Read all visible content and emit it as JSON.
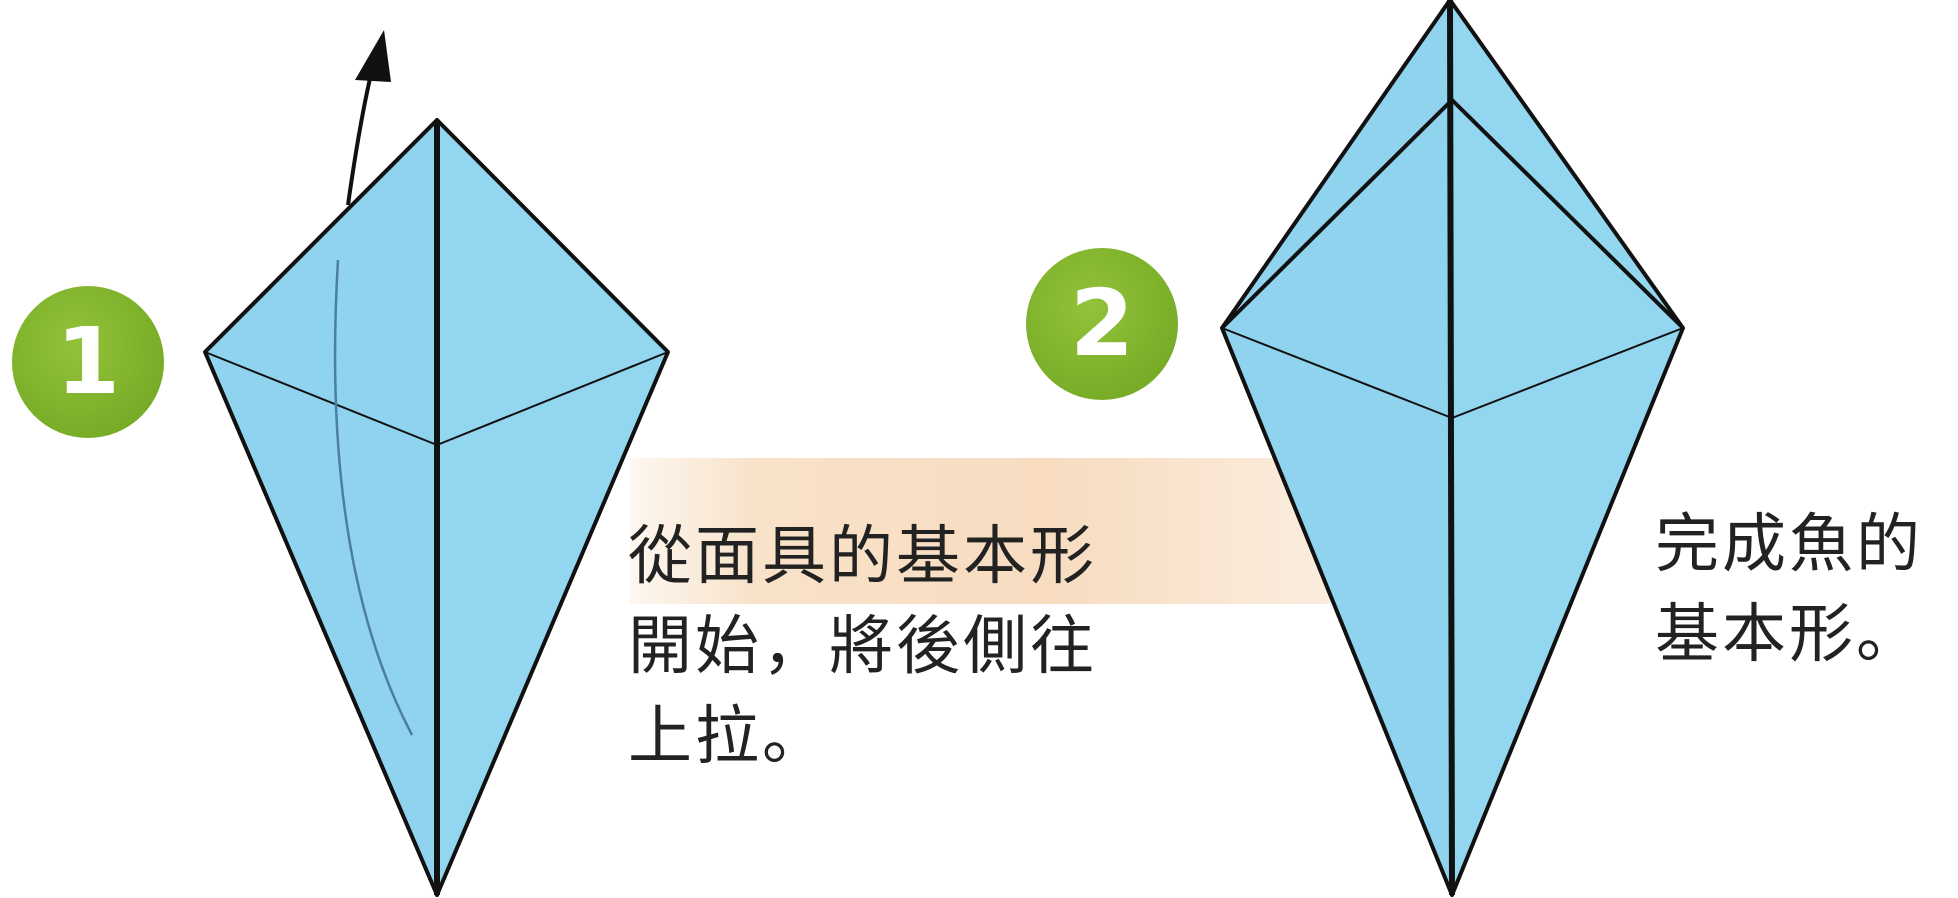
{
  "steps": [
    {
      "number": "1",
      "caption_lines": [
        "從面具的基本形",
        "開始，將後側往",
        "上拉。"
      ]
    },
    {
      "number": "2",
      "caption_lines": [
        "完成魚的",
        "基本形。"
      ]
    }
  ],
  "colors": {
    "paper_fill": "#8fd3ee",
    "fold_line": "#111111",
    "badge_green": "#7db02a",
    "caption_band": "#f7dcc0",
    "text": "#222222"
  },
  "icons": {
    "fold_arrow": "curved-arrow-up-icon"
  }
}
